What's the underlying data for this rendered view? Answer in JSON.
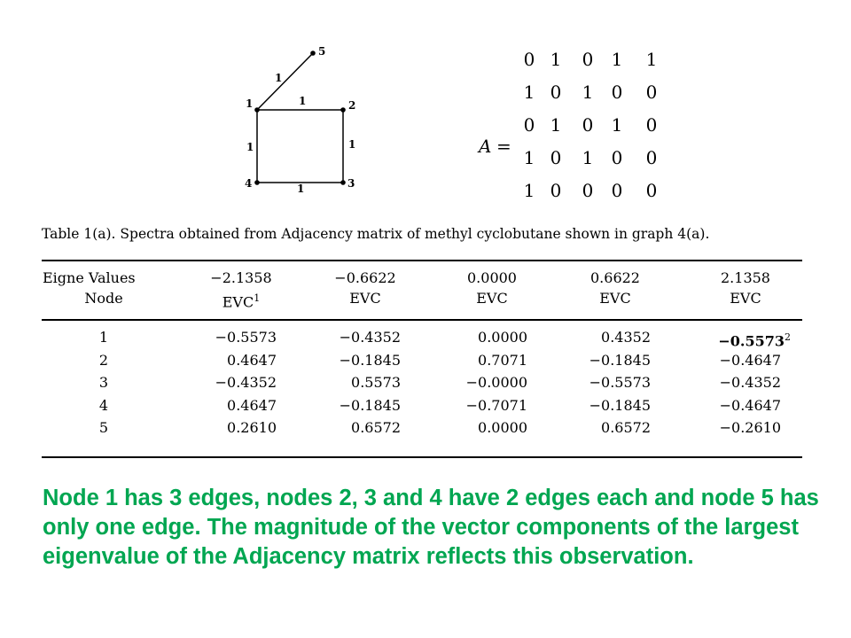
{
  "graph": {
    "nodes": [
      {
        "id": "1",
        "label": "1"
      },
      {
        "id": "2",
        "label": "2"
      },
      {
        "id": "3",
        "label": "3"
      },
      {
        "id": "4",
        "label": "4"
      },
      {
        "id": "5",
        "label": "5"
      }
    ],
    "edges": [
      {
        "from": "1",
        "to": "5",
        "weight": "1"
      },
      {
        "from": "1",
        "to": "2",
        "weight": "1"
      },
      {
        "from": "2",
        "to": "3",
        "weight": "1"
      },
      {
        "from": "3",
        "to": "4",
        "weight": "1"
      },
      {
        "from": "4",
        "to": "1",
        "weight": "1"
      }
    ]
  },
  "matrix": {
    "label": "A",
    "equals": "=",
    "rows": [
      [
        "0",
        "1",
        "0",
        "1",
        "1"
      ],
      [
        "1",
        "0",
        "1",
        "0",
        "0"
      ],
      [
        "0",
        "1",
        "0",
        "1",
        "0"
      ],
      [
        "1",
        "0",
        "1",
        "0",
        "0"
      ],
      [
        "1",
        "0",
        "0",
        "0",
        "0"
      ]
    ]
  },
  "caption": "Table 1(a). Spectra obtained from Adjacency matrix of methyl cyclobutane shown in graph 4(a).",
  "table": {
    "row_label_header_1": "Eigne Values",
    "row_label_header_2": "Node",
    "eigenvalues": [
      "−2.1358",
      "−0.6622",
      "0.0000",
      "0.6622",
      "2.1358"
    ],
    "evc_labels": [
      "EVC",
      "EVC",
      "EVC",
      "EVC",
      "EVC"
    ],
    "evc_first_superscript": "1",
    "rows": [
      {
        "node": "1",
        "values": [
          "−0.5573",
          "−0.4352",
          "0.0000",
          "0.4352",
          "−0.5573"
        ]
      },
      {
        "node": "2",
        "values": [
          "0.4647",
          "−0.1845",
          "0.7071",
          "−0.1845",
          "−0.4647"
        ]
      },
      {
        "node": "3",
        "values": [
          "−0.4352",
          "0.5573",
          "−0.0000",
          "−0.5573",
          "−0.4352"
        ]
      },
      {
        "node": "4",
        "values": [
          "0.4647",
          "−0.1845",
          "−0.7071",
          "−0.1845",
          "−0.4647"
        ]
      },
      {
        "node": "5",
        "values": [
          "0.2610",
          "0.6572",
          "0.0000",
          "0.6572",
          "−0.2610"
        ]
      }
    ],
    "highlight_superscript": "2"
  },
  "note": "Node 1 has 3 edges, nodes 2, 3 and 4 have 2 edges each and node 5 has only one edge. The magnitude of the vector components of the largest eigenvalue of the Adjacency  matrix reflects this observation."
}
